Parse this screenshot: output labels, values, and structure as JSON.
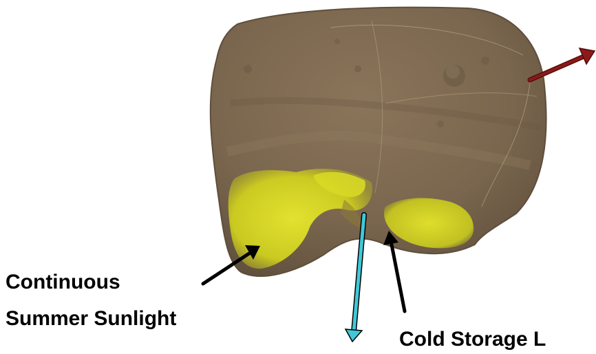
{
  "labels": {
    "sunlight_line1": "Continuous",
    "sunlight_line2": "Summer Sunlight",
    "cold_storage": "Cold Storage L"
  },
  "colors": {
    "body_fill": "#7d6950",
    "body_edge": "#5e4e3b",
    "sunlit_yellow": "#cfcf1f",
    "sunlit_bright": "#e5e52c",
    "spin_axis_arrow": "#40c8d8",
    "sun_direction_arrow": "#7a1010",
    "pointer_arrow": "#000000"
  },
  "arrows": [
    {
      "name": "sunlight-pointer-arrow",
      "icon": "black-arrow"
    },
    {
      "name": "cold-storage-pointer-arrow",
      "icon": "black-arrow"
    },
    {
      "name": "spin-axis-arrow",
      "icon": "cyan-arrow"
    },
    {
      "name": "sun-direction-arrow",
      "icon": "dark-red-arrow"
    }
  ]
}
